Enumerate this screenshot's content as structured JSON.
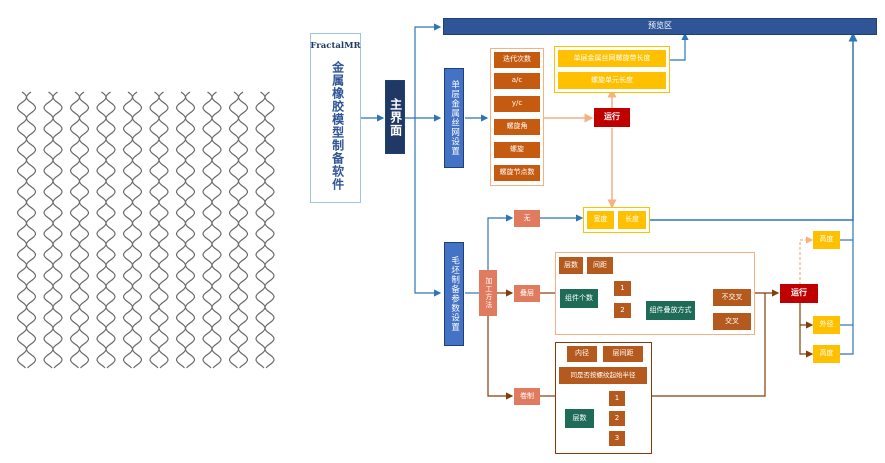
{
  "software": {
    "brand": "FractalMR",
    "name": "金属橡胶模型制备软件"
  },
  "main_ui": "主界面",
  "preview_area": "预览区",
  "single_layer": {
    "title": "单层金属丝网设置",
    "params": [
      "迭代次数",
      "a/c",
      "y/c",
      "螺旋角",
      "螺旋",
      "螺旋节点数"
    ],
    "outputs": [
      "单层金属丝网螺旋带长度",
      "螺旋单元长度"
    ],
    "run": "运行"
  },
  "blank_params": {
    "title": "毛坯制备参数设置",
    "process_label": "加工方法",
    "branch_none": "无",
    "branch_stack": "叠层",
    "branch_wind": "卷制",
    "width_label": "宽度",
    "length_label": "长度",
    "stack": {
      "layers": "层数",
      "spacing": "间距",
      "count": "组件个数",
      "opt1": "1",
      "opt2": "2",
      "method": "组件叠放方式",
      "no_cross": "不交叉",
      "cross": "交叉"
    },
    "wind": {
      "inner": "内径",
      "layer_gap": "层间距",
      "radius": "同是否按螺纹起始半径",
      "layers": "层数",
      "opt1": "1",
      "opt2": "2",
      "opt3": "3"
    },
    "run": "运行",
    "out_top": "高度",
    "out_mid": "外径",
    "out_bottom": "高度"
  },
  "colors": {
    "blue": "#2f5597",
    "orange": "#c55a11",
    "yellow": "#ffc000",
    "red": "#c00000",
    "teal": "#1e6b58",
    "line_blue": "#2e75b6",
    "line_brown": "#843c0c"
  }
}
